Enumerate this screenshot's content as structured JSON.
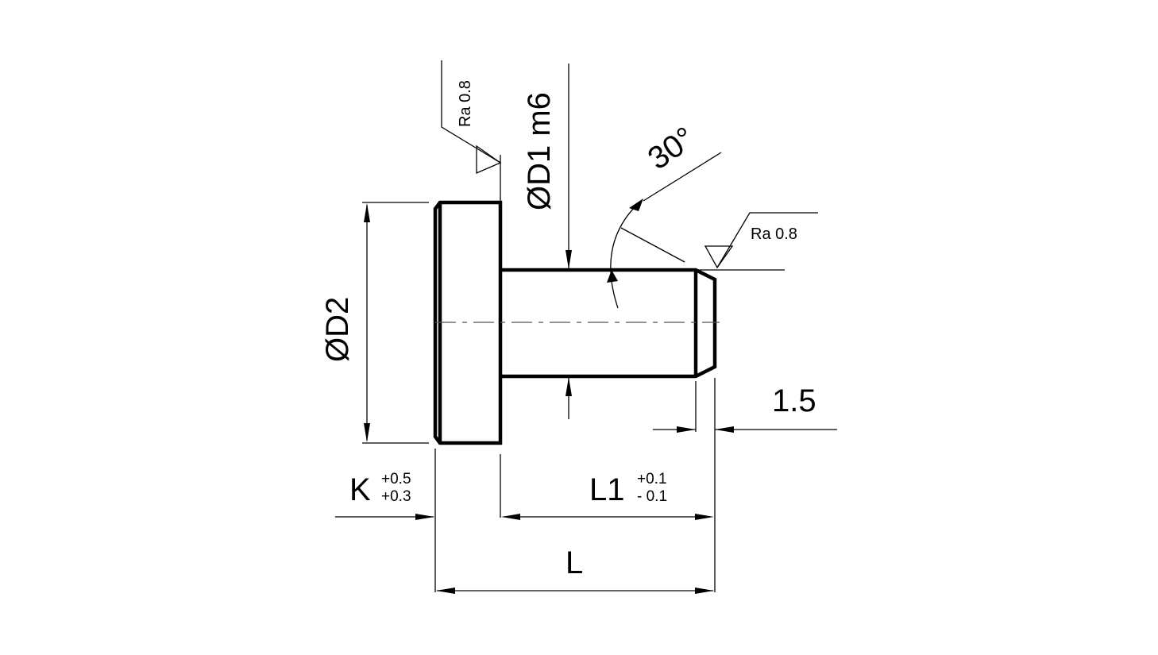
{
  "dimensions": {
    "d2": "ØD2",
    "d1": "ØD1 m6",
    "angle": "30°",
    "chamfer": "1.5",
    "head_length": "K",
    "head_length_tol_upper": "+0.5",
    "head_length_tol_lower": "+0.3",
    "shaft_length": "L1",
    "shaft_length_tol_upper": "+0.1",
    "shaft_length_tol_lower": "- 0.1",
    "total_length": "L"
  },
  "surface_finish": {
    "top": "Ra 0.8",
    "right": "Ra 0.8"
  }
}
